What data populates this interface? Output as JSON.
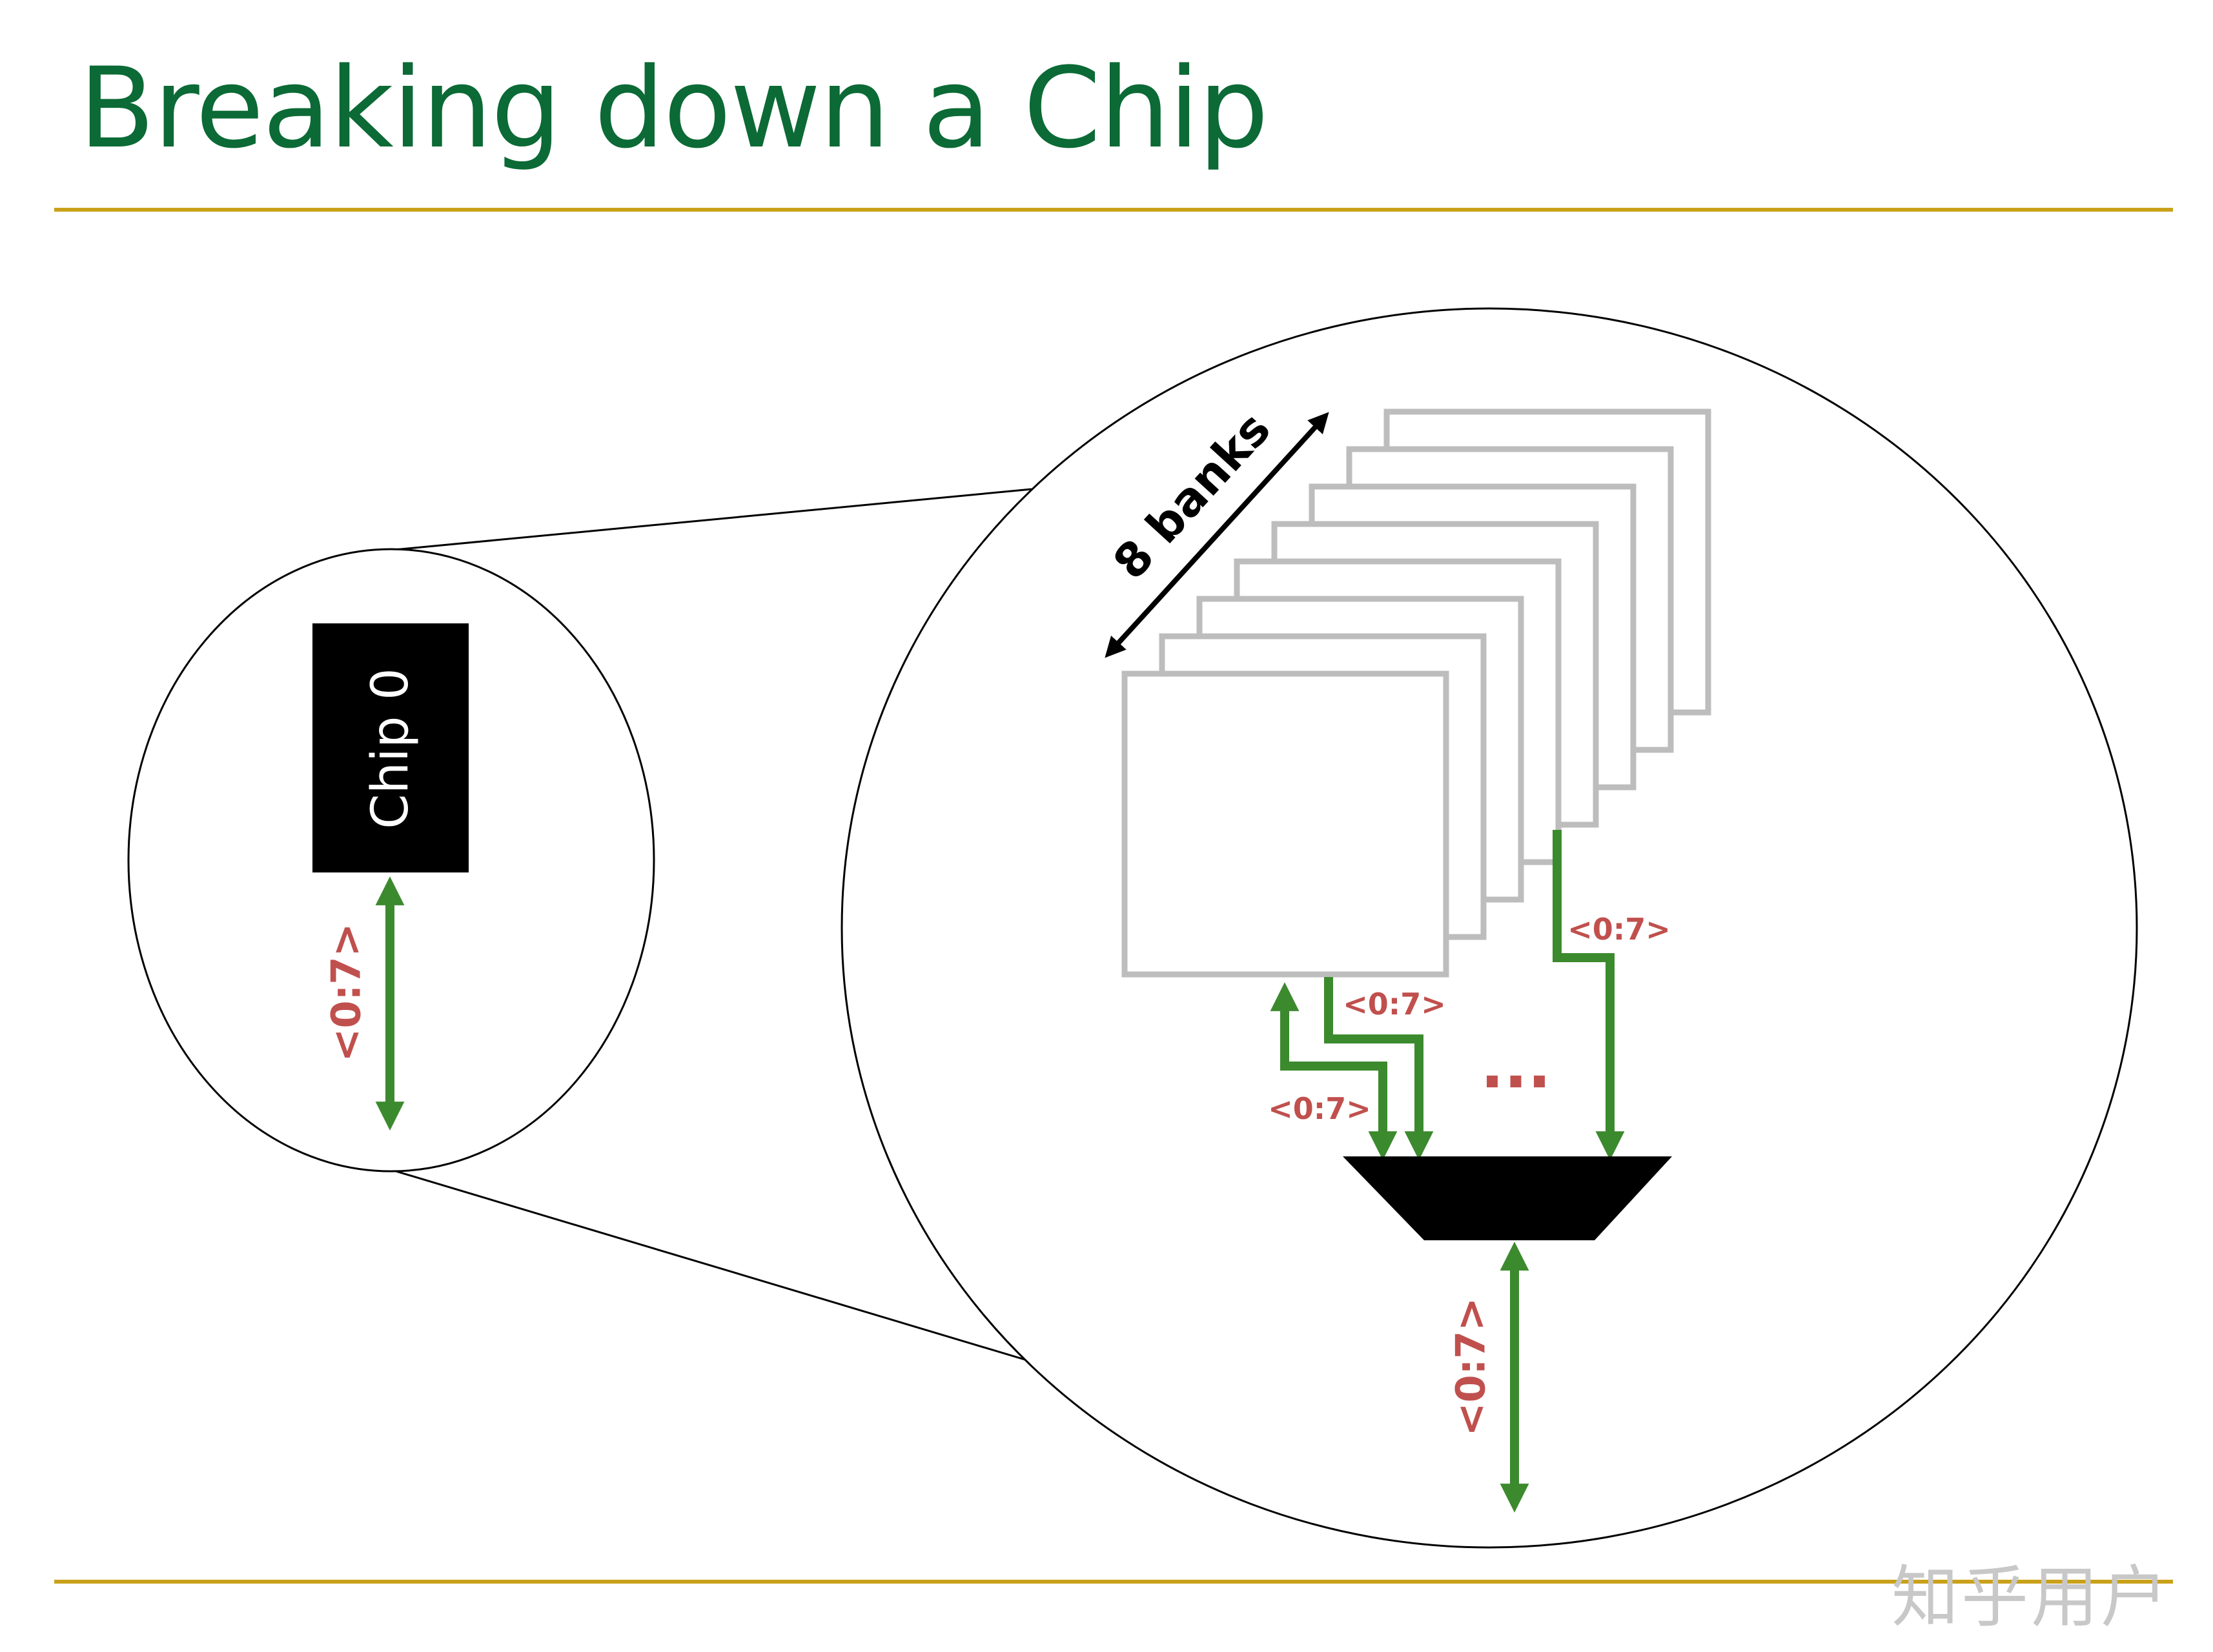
{
  "slide": {
    "title": "Breaking down a Chip",
    "colors": {
      "title": "#0b6a35",
      "rule": "#c9a11a",
      "wire": "#3c8a2e",
      "label": "#c0504d",
      "bank_outline": "#bdbdbd",
      "chip_fill": "#000000"
    }
  },
  "diagram": {
    "chip_label": "Chip 0",
    "chip_bus_label": "<0:7>",
    "banks_label": "8 banks",
    "bank_count": 8,
    "bank_bus_labels": [
      "<0:7>",
      "<0:7>",
      "<0:7>"
    ],
    "ellipsis": "...",
    "mux_output_label": "<0:7>"
  },
  "watermark": "知乎用户"
}
